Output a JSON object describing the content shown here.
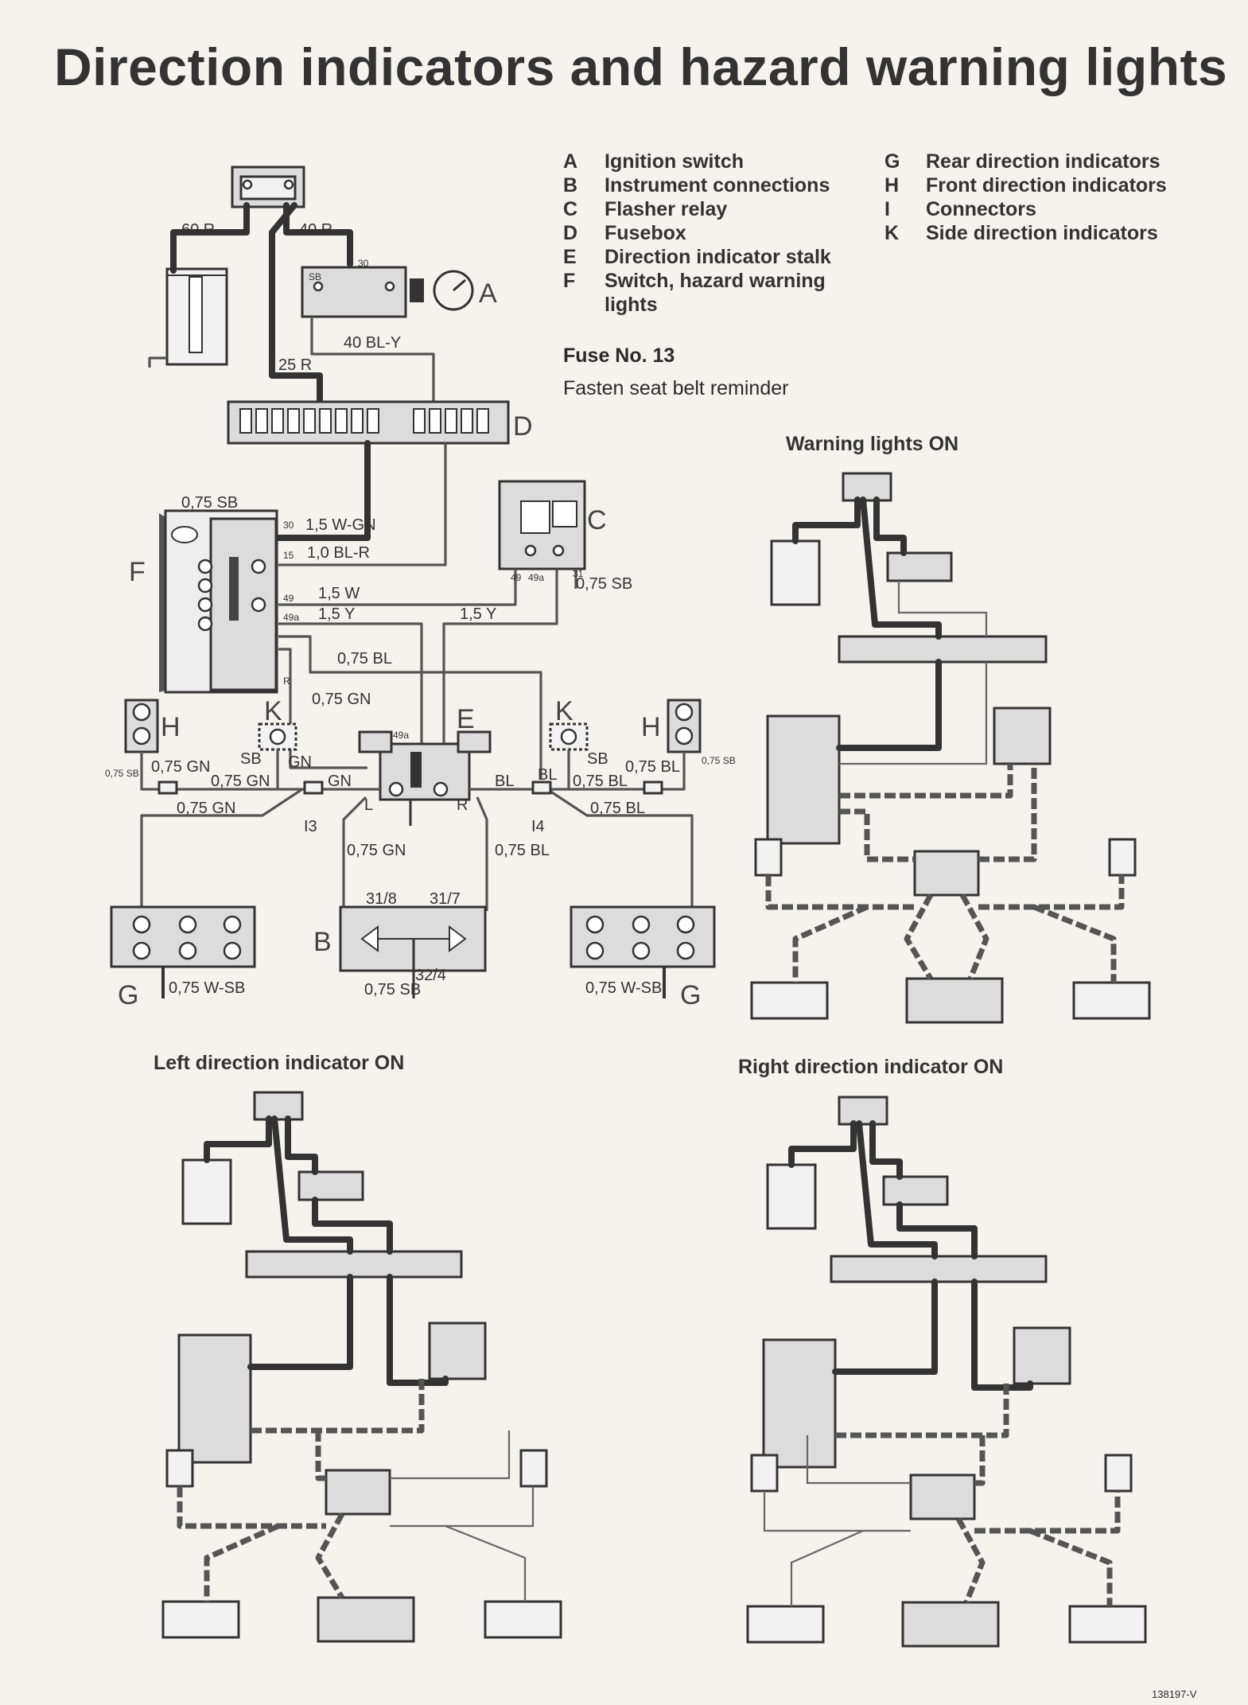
{
  "title": "Direction indicators and hazard warning lights",
  "legend_left": [
    {
      "key": "A",
      "text": "Ignition switch"
    },
    {
      "key": "B",
      "text": "Instrument connections"
    },
    {
      "key": "C",
      "text": "Flasher relay"
    },
    {
      "key": "D",
      "text": "Fusebox"
    },
    {
      "key": "E",
      "text": "Direction indicator stalk"
    },
    {
      "key": "F",
      "text": "Switch, hazard warning"
    },
    {
      "key": "",
      "text": "lights"
    }
  ],
  "legend_right": [
    {
      "key": "G",
      "text": "Rear direction indicators"
    },
    {
      "key": "H",
      "text": "Front direction indicators"
    },
    {
      "key": "I",
      "text": "Connectors"
    },
    {
      "key": "K",
      "text": "Side direction indicators"
    }
  ],
  "fuse": {
    "title": "Fuse No. 13",
    "desc": "Fasten seat belt reminder"
  },
  "subtitles": {
    "warning": "Warning lights ON",
    "left": "Left direction indicator ON",
    "right": "Right direction indicator ON"
  },
  "ref_code": "138197-V",
  "component_letters": {
    "A": "A",
    "B": "B",
    "C": "C",
    "D": "D",
    "E": "E",
    "F": "F",
    "G": "G",
    "H": "H",
    "K": "K"
  },
  "connector_labels": {
    "I3": "I3",
    "I4": "I4"
  },
  "wire_labels": {
    "w60r": "60 R",
    "w40r": "40 R",
    "w25r": "25 R",
    "w40bly": "40 BL-Y",
    "w15wgn": "1,5 W-GN",
    "w10blr": "1,0 BL-R",
    "w15w": "1,5 W",
    "w15y": "1,5 Y",
    "w15y2": "1,5 Y",
    "w075sb_top": "0,75 SB",
    "w075sb_c": "0,75 SB",
    "w075bl": "0,75 BL",
    "w075gn": "0,75 GN",
    "w075gn_h": "0,75 GN",
    "w075gn_a": "0,75 GN",
    "w075gn_b": "0,75 GN",
    "w075gn_c": "0,75 GN",
    "w075bl_h": "0,75 BL",
    "w075bl_a": "0,75 BL",
    "w075bl_b": "0,75 BL",
    "w075bl_c": "0,75 BL",
    "w075sb_l": "0,75 SB",
    "w075sb_r": "0,75 SB",
    "wsb_l": "SB",
    "wsb_r": "SB",
    "wgn": "GN",
    "wbl": "BL",
    "wbl2": "BL",
    "wgn2": "GN",
    "w075wsb_l": "0,75 W-SB",
    "w075wsb_r": "0,75 W-SB",
    "w075sb_b": "0,75 SB"
  },
  "terminal_labels": {
    "t30": "30",
    "t30f": "30",
    "t15": "15",
    "t49": "49",
    "t49a": "49a",
    "t49a_c": "49a",
    "t49_c": "49",
    "t31_c": "31",
    "t49a_e": "49a",
    "t31_8": "31/8",
    "t31_7": "31/7",
    "t32_4": "32/4",
    "tL": "L",
    "tR": "R",
    "tSB": "SB",
    "tRf": "R"
  }
}
